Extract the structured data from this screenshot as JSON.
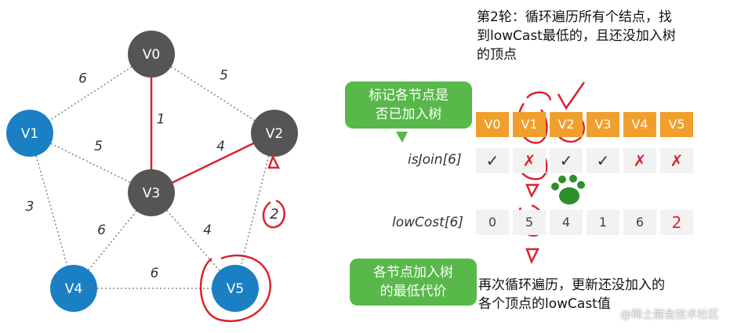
{
  "graph": {
    "vertices": [
      {
        "id": "v0",
        "label": "V0",
        "fill": "#555555"
      },
      {
        "id": "v1",
        "label": "V1",
        "fill": "#1b7fc3"
      },
      {
        "id": "v2",
        "label": "V2",
        "fill": "#555555"
      },
      {
        "id": "v3",
        "label": "V3",
        "fill": "#555555"
      },
      {
        "id": "v4",
        "label": "V4",
        "fill": "#1b7fc3"
      },
      {
        "id": "v5",
        "label": "V5",
        "fill": "#1b7fc3"
      }
    ],
    "edges": [
      {
        "from": "v0",
        "to": "v1",
        "weight": "6",
        "highlight": false
      },
      {
        "from": "v0",
        "to": "v3",
        "weight": "1",
        "highlight": true
      },
      {
        "from": "v0",
        "to": "v2",
        "weight": "5",
        "highlight": false
      },
      {
        "from": "v1",
        "to": "v3",
        "weight": "5",
        "highlight": false
      },
      {
        "from": "v3",
        "to": "v2",
        "weight": "4",
        "highlight": true
      },
      {
        "from": "v1",
        "to": "v4",
        "weight": "3",
        "highlight": false
      },
      {
        "from": "v3",
        "to": "v4",
        "weight": "6",
        "highlight": false
      },
      {
        "from": "v3",
        "to": "v5",
        "weight": "4",
        "highlight": false
      },
      {
        "from": "v2",
        "to": "v5",
        "weight": "",
        "highlight": false
      },
      {
        "from": "v4",
        "to": "v5",
        "weight": "6",
        "highlight": false
      }
    ],
    "annotation_weight": "2"
  },
  "text": {
    "round_desc": [
      "第2轮：循环遍历所有个结点，找",
      "到lowCast最低的，且还没加入树",
      "的顶点"
    ],
    "bubble_top": [
      "标记各节点是",
      "否已加入树"
    ],
    "bubble_bottom": [
      "各节点加入树",
      "的最低代价"
    ],
    "update_desc": [
      "再次循环遍历，更新还没加入的",
      "各个顶点的lowCast值"
    ],
    "watermark": "@稀土掘金技术社区"
  },
  "table": {
    "headers": [
      "V0",
      "V1",
      "V2",
      "V3",
      "V4",
      "V5"
    ],
    "isjoin_label": "isJoin[6]",
    "isjoin": [
      "✓",
      "✗",
      "✓",
      "✓",
      "✗",
      "✗"
    ],
    "lowcost_label": "lowCost[6]",
    "lowcost": [
      "0",
      "5",
      "4",
      "1",
      "6",
      "2"
    ]
  },
  "colors": {
    "header": "#f19f2c",
    "cross": "#d9232d",
    "tree_edge": "#d9232d",
    "bubble": "#58b84a",
    "paw": "#2f8f2a"
  }
}
